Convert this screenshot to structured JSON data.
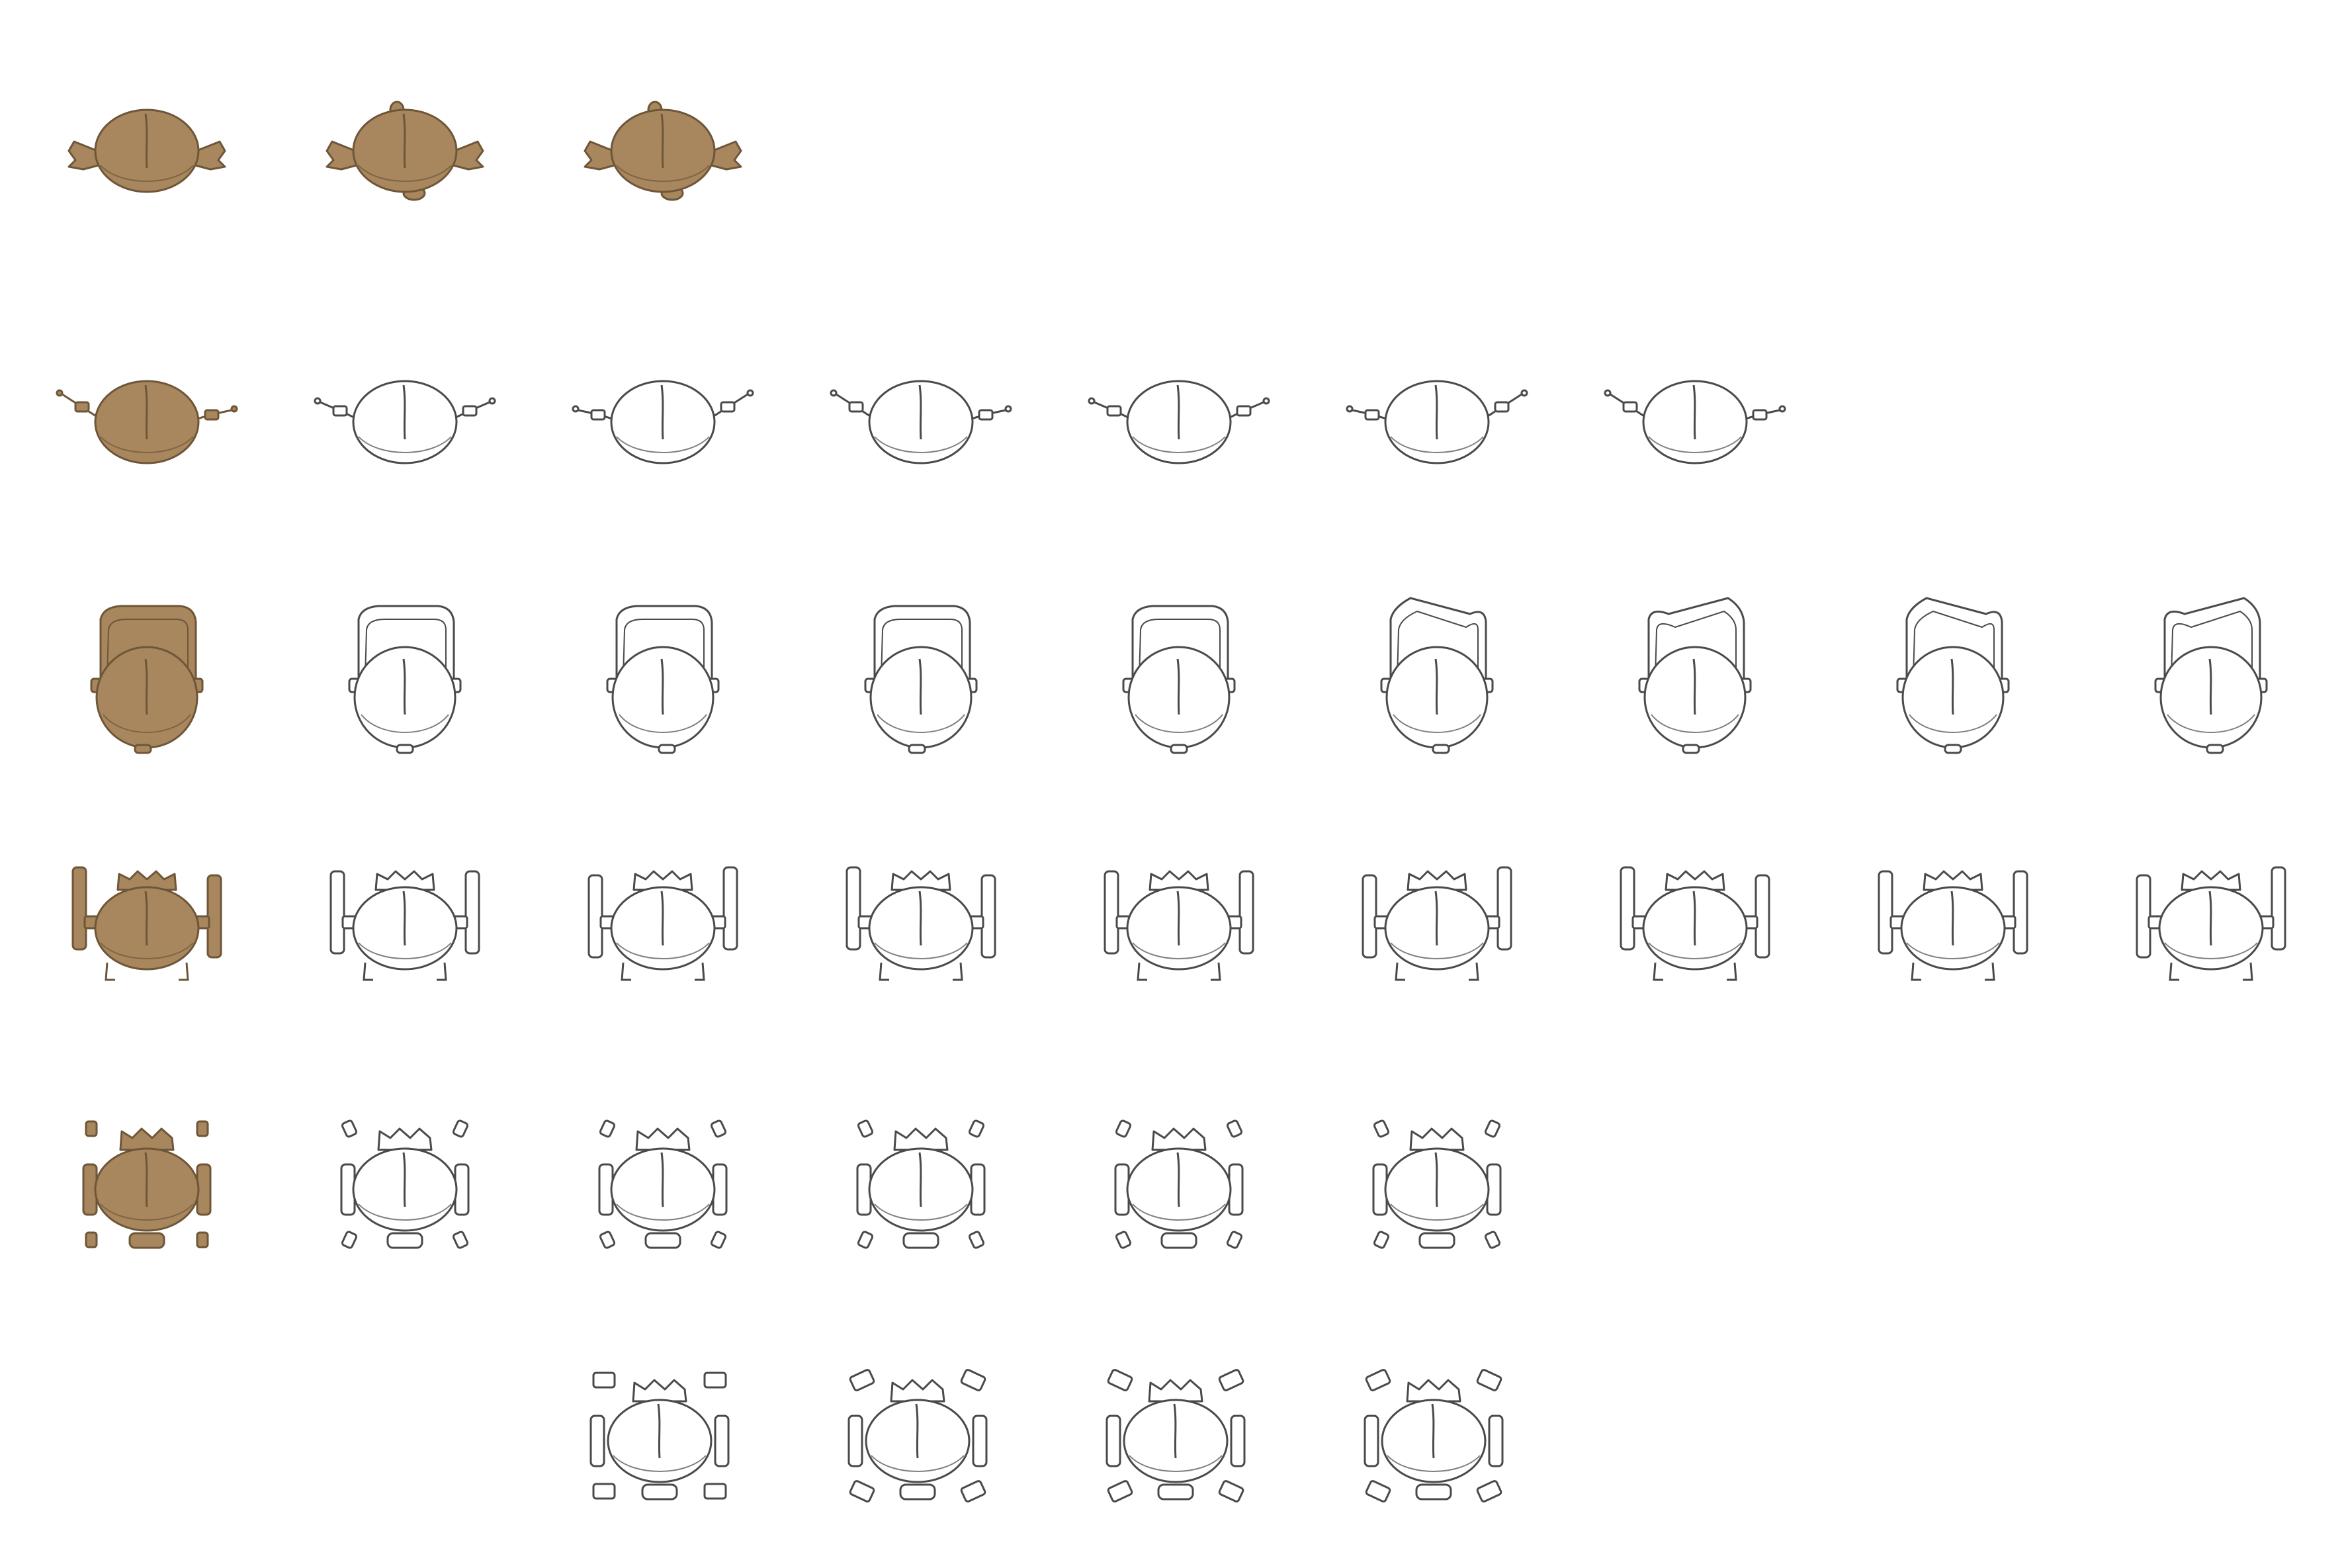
{
  "sheet": {
    "kind": "sprite-sheet",
    "background": "#ffffff",
    "filled_color": "#a8875e",
    "line_color": "#4a4a4a",
    "rows": [
      {
        "name": "cape-row",
        "parts": "cape",
        "frames": [
          "filled",
          "filled",
          "filled"
        ]
      },
      {
        "name": "dual-pistols-row",
        "parts": "pistols",
        "frames": [
          "filled",
          "outline",
          "outline",
          "outline",
          "outline",
          "outline",
          "outline"
        ]
      },
      {
        "name": "backpack-row",
        "parts": "backpack",
        "frames": [
          "filled",
          "outline",
          "outline",
          "outline",
          "outline",
          "outline",
          "outline",
          "outline",
          "outline"
        ]
      },
      {
        "name": "tall-shields-row",
        "parts": "shields",
        "frames": [
          "filled",
          "outline",
          "outline",
          "outline",
          "outline",
          "outline",
          "outline",
          "outline",
          "outline"
        ]
      },
      {
        "name": "pads-row",
        "parts": "pads",
        "frames": [
          "filled",
          "outline",
          "outline",
          "outline",
          "outline",
          "outline"
        ]
      },
      {
        "name": "pads-extra-row",
        "parts": "pads-wide",
        "frames": [
          "outline",
          "outline",
          "outline",
          "outline"
        ]
      }
    ]
  }
}
